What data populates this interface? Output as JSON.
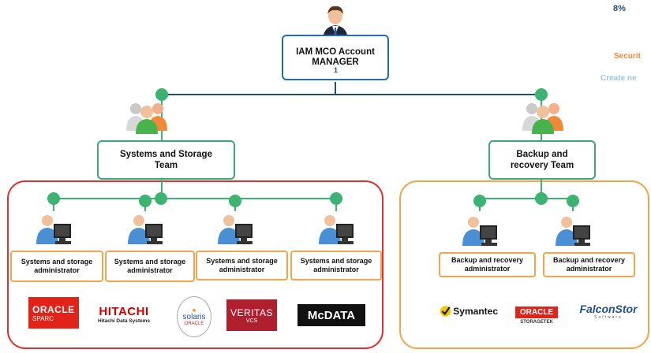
{
  "colors": {
    "connector": "#1f4e79",
    "node": "#3cb371",
    "team_border": "#3aaa7a",
    "admin_border": "#f2a54a",
    "region_red": "#e03030",
    "region_orange": "#f2a54a"
  },
  "manager": {
    "label_line1": "IAM  MCO Account",
    "label_line2": "MANAGER",
    "marker": "1",
    "icon": "person-suit-icon"
  },
  "side_text": {
    "percent": "8%",
    "security": "Securit",
    "create": "Create ne"
  },
  "teams": [
    {
      "label": "Systems and Storage Team",
      "icon": "team-group-icon"
    },
    {
      "label": "Backup and recovery Team",
      "icon": "team-group-icon"
    }
  ],
  "systems_admins": [
    "Systems and storage administrator",
    "Systems and storage administrator",
    "Systems and storage administrator",
    "Systems and storage administrator"
  ],
  "backup_admins": [
    "Backup and recovery administrator",
    "Backup and recovery administrator"
  ],
  "logos": {
    "oracle_sparc": {
      "main": "ORACLE",
      "sub": "SPARC"
    },
    "hitachi": {
      "main": "HITACHI",
      "sub": "Hitachi Data Systems"
    },
    "solaris": {
      "main": "solaris",
      "sub": "ORACLE"
    },
    "veritas": {
      "main": "VERITAS",
      "sub": "VCS"
    },
    "mcdata": {
      "main": "McDATA"
    },
    "symantec": {
      "main": "Symantec"
    },
    "oracle_storagetek": {
      "main": "ORACLE",
      "sub": "STORAGETEK"
    },
    "falconstor": {
      "main": "FalconStor",
      "sub": "Software"
    }
  }
}
